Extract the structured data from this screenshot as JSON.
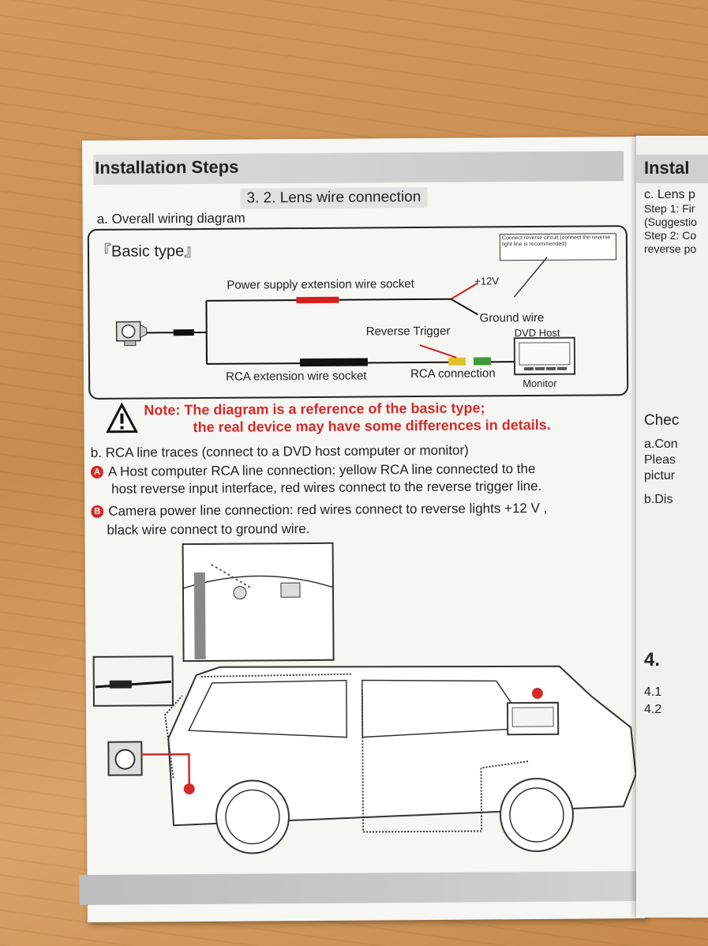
{
  "left_page": {
    "header": "Installation Steps",
    "section_title": "3. 2. Lens wire connection",
    "sub_a": "a. Overall wiring diagram",
    "diagram": {
      "type_label": "『Basic type』",
      "callout": "Connect reverse circuit (connect the reverse light line is recommended)",
      "power_socket": "Power supply extension wire socket",
      "plus12": "+12V",
      "ground": "Ground wire",
      "reverse_trigger": "Reverse Trigger",
      "dvd_host": "DVD Host",
      "rca_socket": "RCA extension wire socket",
      "rca_connection": "RCA connection",
      "monitor": "Monitor"
    },
    "note_line1": "Note: The diagram is a reference of the basic type;",
    "note_line2": "the real device may have some differences in details.",
    "sub_b": "b. RCA line traces (connect to a DVD host computer or monitor)",
    "badge_a": "A",
    "item_a_line1": "A Host computer RCA line connection: yellow RCA line connected to the",
    "item_a_line2": "host reverse input interface, red wires connect to the reverse trigger line.",
    "badge_b": "B",
    "item_b_line1": "Camera power line connection: red wires connect to reverse lights +12 V ,",
    "item_b_line2": "black wire connect to ground wire."
  },
  "right_page": {
    "header": "Instal",
    "lines": [
      "c. Lens p",
      "Step 1: Fir",
      "(Suggestio",
      "Step 2: Co",
      "reverse po"
    ],
    "chec": "Chec",
    "a_con": "a.Con",
    "pleas": "Pleas",
    "pictu": "pictur",
    "b_dis": "b.Dis",
    "sec4": "4.",
    "s41": "4.1",
    "s42": "4.2"
  },
  "colors": {
    "red_note": "#d42a2a",
    "header_gray": "#c7c7c7",
    "paper": "#f6f6f3",
    "wood": "#c98c4f"
  },
  "icons": [
    "warning-triangle-icon",
    "camera-icon",
    "monitor-icon"
  ]
}
